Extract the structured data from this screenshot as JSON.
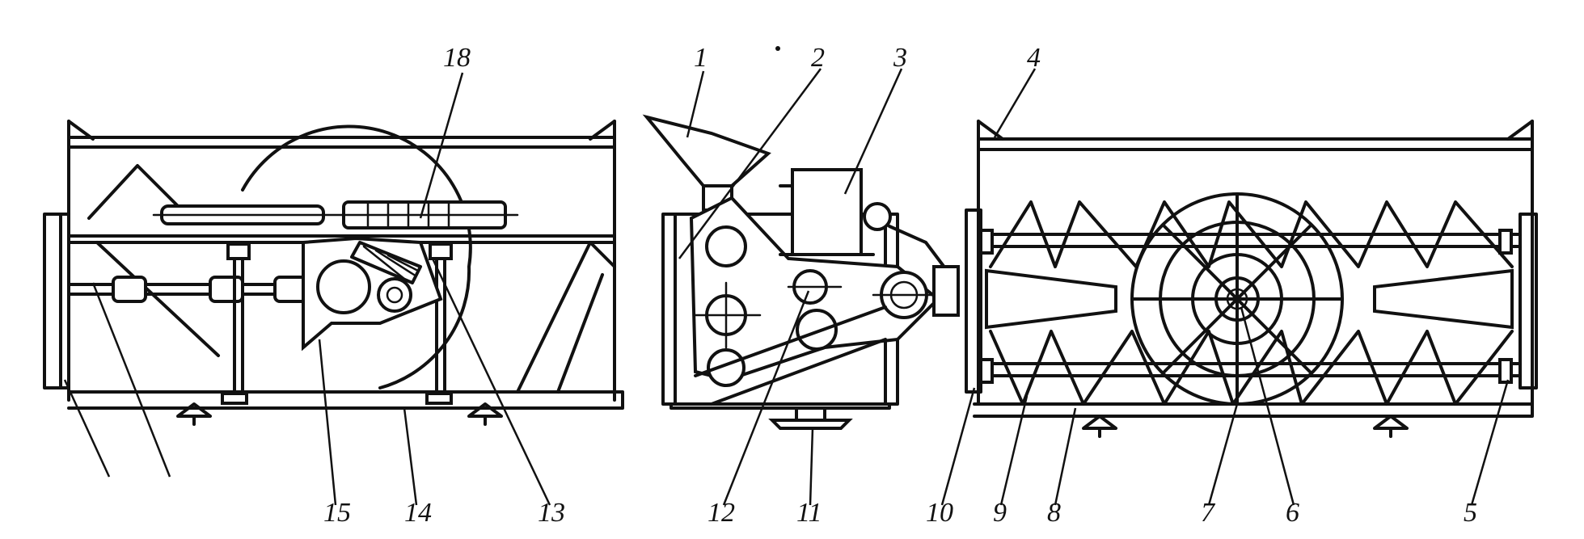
{
  "labels": {
    "l1": "1",
    "l2": "2",
    "l3": "3",
    "l4": "4",
    "l5": "5",
    "l6": "6",
    "l7": "7",
    "l8": "8",
    "l9": "9",
    "l10": "10",
    "l11": "11",
    "l12": "12",
    "l13": "13",
    "l14": "14",
    "l15": "15",
    "l18": "18"
  },
  "colors": {
    "ink": "#111111",
    "paper": "#ffffff"
  }
}
